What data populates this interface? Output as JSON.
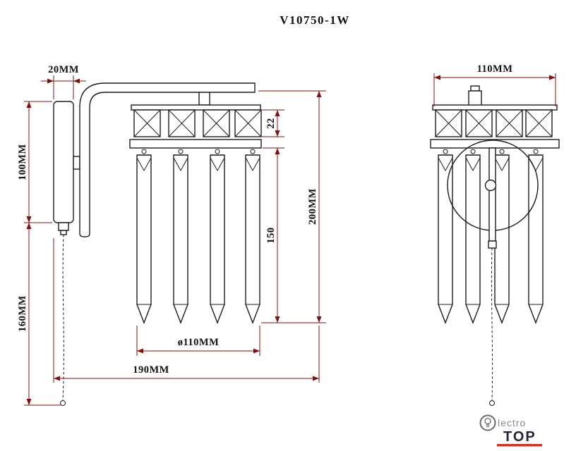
{
  "title": "V10750-1W",
  "colors": {
    "line": "#1c1c1c",
    "dimension_line": "#7f1010",
    "label_text": "#111111",
    "logo_accent_red": "#c9342c",
    "logo_gray": "#8a8a8a",
    "logo_dark": "#23243a"
  },
  "front_view": {
    "name": "front-elevation-wall-sconce",
    "dimensions": {
      "plate_width": "20MM",
      "plate_height": "100MM",
      "chain_length": "160MM",
      "cube_row_height": "22",
      "prism_length": "150",
      "body_height": "200MM",
      "diameter": "ø110MM",
      "depth": "190MM"
    }
  },
  "side_view": {
    "name": "side-elevation-wall-sconce",
    "dimensions": {
      "width": "110MM"
    }
  },
  "logo": {
    "icon": "bulb-in-circle",
    "text_gray": "lectro",
    "text_bold": "TOP"
  }
}
